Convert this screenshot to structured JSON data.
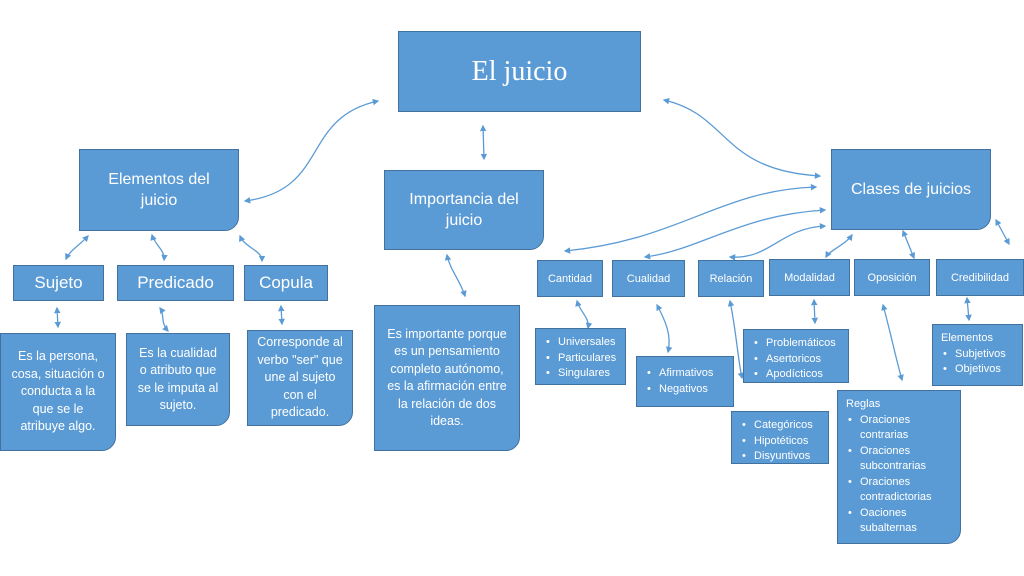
{
  "root": {
    "title": "El juicio"
  },
  "elementos": {
    "title": "Elementos del juicio",
    "sujeto": {
      "label": "Sujeto",
      "desc": "Es la persona, cosa, situación o conducta a la que se le atribuye algo."
    },
    "predicado": {
      "label": "Predicado",
      "desc": "Es la cualidad o atributo que se le imputa al sujeto."
    },
    "copula": {
      "label": "Copula",
      "desc": "Corresponde al verbo \"ser\" que une al sujeto con el predicado."
    }
  },
  "importancia": {
    "title": "Importancia del juicio",
    "desc": "Es importante porque es un pensamiento completo autónomo, es la afirmación entre la relación de dos ideas."
  },
  "clases": {
    "title": "Clases de juicios",
    "cantidad": {
      "label": "Cantidad",
      "items": [
        "Universales",
        "Particulares",
        "Singulares"
      ]
    },
    "cualidad": {
      "label": "Cualidad",
      "items": [
        "Afirmativos",
        "Negativos"
      ]
    },
    "relacion": {
      "label": "Relación",
      "items": [
        "Categóricos",
        "Hipotéticos",
        "Disyuntivos"
      ]
    },
    "modalidad": {
      "label": "Modalidad",
      "items": [
        "Problemáticos",
        "Asertoricos",
        "Apodícticos"
      ]
    },
    "oposicion": {
      "label": "Oposición",
      "heading": "Reglas",
      "items": [
        "Oraciones contrarias",
        "Oraciones subcontrarias",
        "Oraciones contradictorias",
        "Oaciones subalternas"
      ]
    },
    "credibilidad": {
      "label": "Credibilidad",
      "heading": "Elementos",
      "items": [
        "Subjetivos",
        "Objetivos"
      ]
    }
  },
  "colors": {
    "box_fill": "#5b9bd5",
    "box_border": "#41719c",
    "arrow": "#5b9bd5",
    "text": "#ffffff"
  }
}
